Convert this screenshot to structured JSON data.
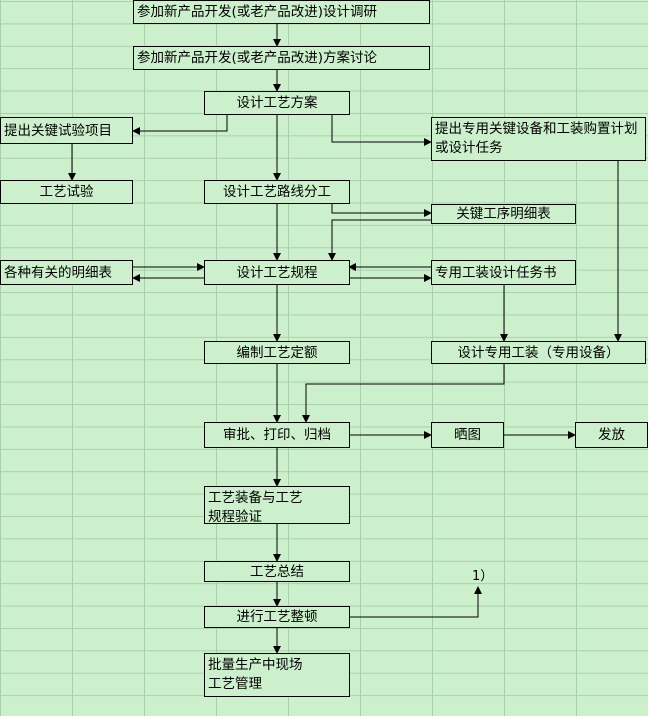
{
  "nodes": {
    "n1": "参加新产品开发(或老产品改进)设计调研",
    "n2": "参加新产品开发(或老产品改进)方案讨论",
    "n3": "设计工艺方案",
    "n4": "提出关键试验项目",
    "n5": "提出专用关键设备和工装购置计划或设计任务",
    "n6": "工艺试验",
    "n7": "设计工艺路线分工",
    "n8": "关键工序明细表",
    "n9": "各种有关的明细表",
    "n10": "设计工艺规程",
    "n11": "专用工装设计任务书",
    "n12": "编制工艺定额",
    "n13": "设计专用工装（专用设备）",
    "n14": "审批、打印、归档",
    "n15": "晒图",
    "n16": "发放",
    "n17": "工艺装备与工艺规程验证",
    "n18": "工艺总结",
    "n19": "进行工艺整顿",
    "n20": "批量生产中现场工艺管理"
  },
  "annotation": "1）",
  "colors": {
    "background": "#ccf0cc",
    "grid": "#a9d1a9",
    "line": "#000000"
  }
}
